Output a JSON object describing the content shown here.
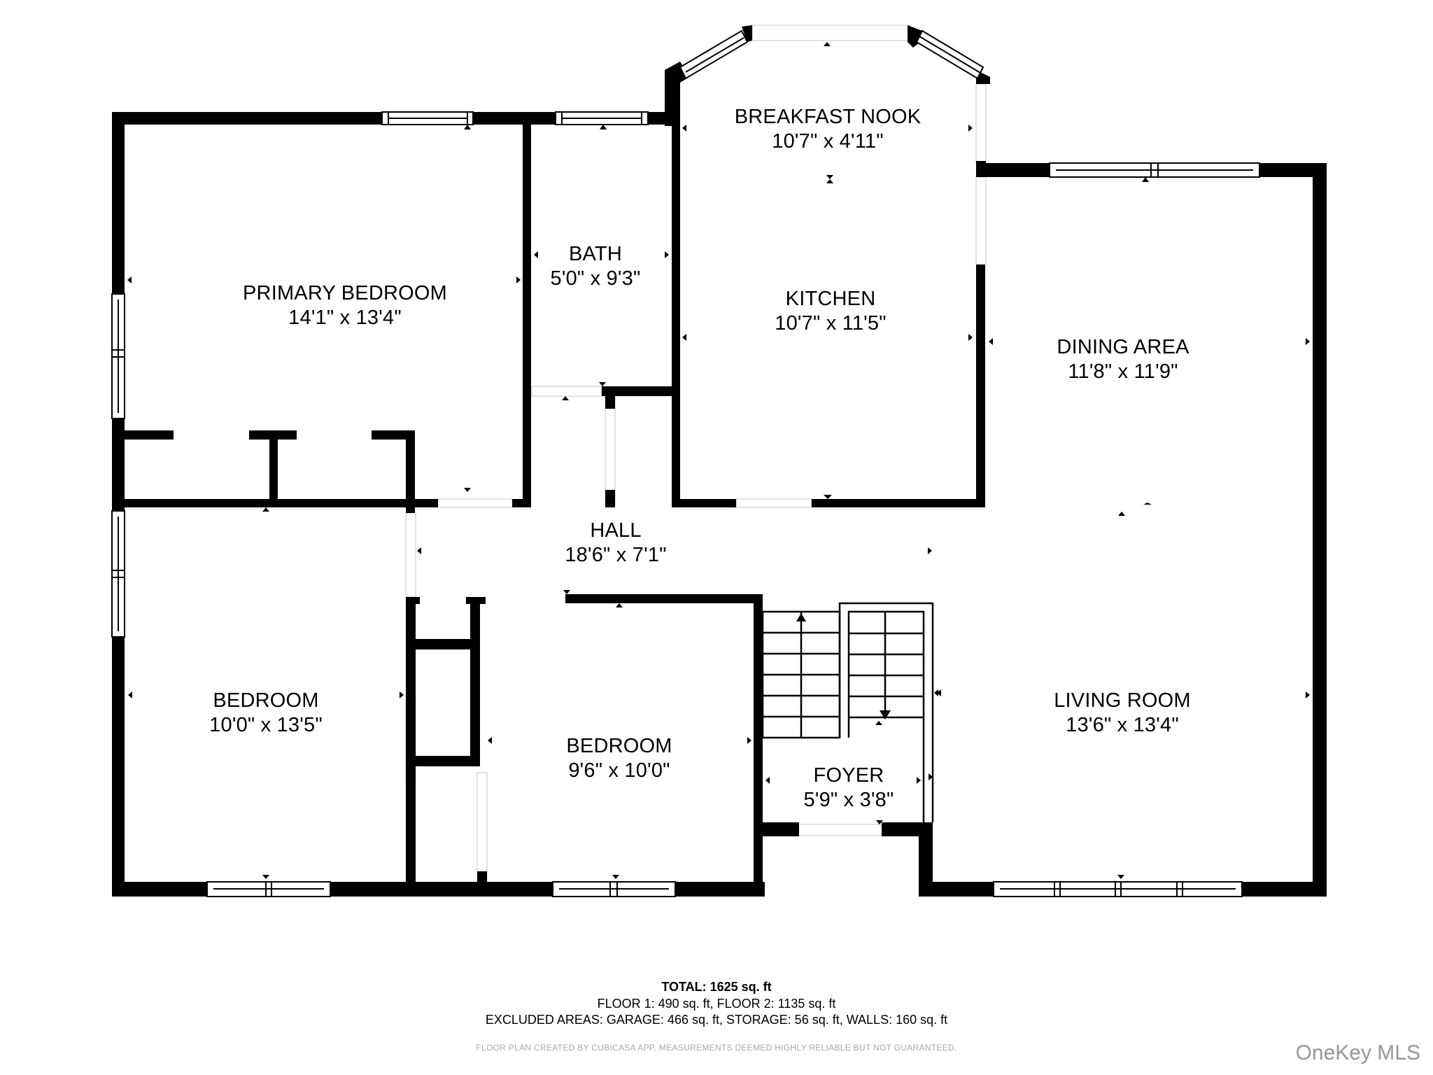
{
  "rooms": [
    {
      "id": "primary-bedroom",
      "name": "PRIMARY BEDROOM",
      "dims": "14'1\" x 13'4\""
    },
    {
      "id": "bath",
      "name": "BATH",
      "dims": "5'0\" x 9'3\""
    },
    {
      "id": "breakfast-nook",
      "name": "BREAKFAST NOOK",
      "dims": "10'7\" x 4'11\""
    },
    {
      "id": "kitchen",
      "name": "KITCHEN",
      "dims": "10'7\" x 11'5\""
    },
    {
      "id": "dining-area",
      "name": "DINING AREA",
      "dims": "11'8\" x 11'9\""
    },
    {
      "id": "hall",
      "name": "HALL",
      "dims": "18'6\" x 7'1\""
    },
    {
      "id": "bedroom-1",
      "name": "BEDROOM",
      "dims": "10'0\" x 13'5\""
    },
    {
      "id": "bedroom-2",
      "name": "BEDROOM",
      "dims": "9'6\" x 10'0\""
    },
    {
      "id": "foyer",
      "name": "FOYER",
      "dims": "5'9\" x 3'8\""
    },
    {
      "id": "living-room",
      "name": "LIVING ROOM",
      "dims": "13'6\" x 13'4\""
    }
  ],
  "summary": {
    "total": "TOTAL: 1625 sq. ft",
    "floors": "FLOOR 1: 490 sq. ft, FLOOR 2: 1135 sq. ft",
    "excluded": "EXCLUDED AREAS: GARAGE: 466 sq. ft, STORAGE: 56 sq. ft, WALLS: 160 sq. ft",
    "disclaimer": "FLOOR PLAN CREATED BY CUBICASA APP. MEASUREMENTS DEEMED HIGHLY RELIABLE BUT NOT GUARANTEED."
  },
  "watermark": "OneKey MLS",
  "colors": {
    "wall": "#000000",
    "background": "#ffffff",
    "disclaimer": "#a8a8a8",
    "watermark": "#9a9a9a"
  }
}
